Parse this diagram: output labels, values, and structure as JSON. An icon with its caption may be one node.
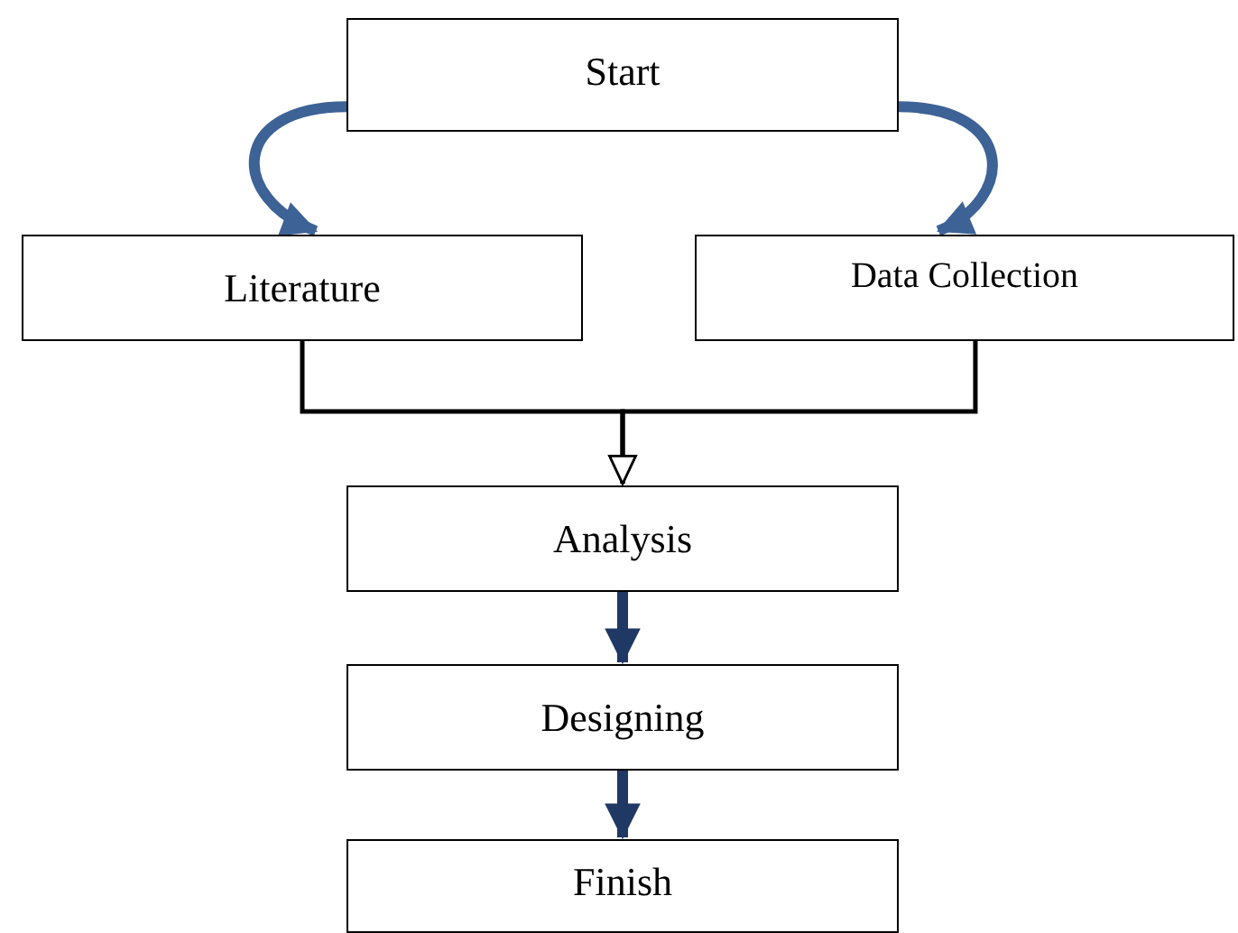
{
  "diagram": {
    "nodes": [
      {
        "text": [
          "Start"
        ]
      },
      {
        "text": [
          "Literature"
        ]
      },
      {
        "text": [
          "Data Collection"
        ]
      },
      {
        "text": [
          "Analysis"
        ]
      },
      {
        "text": [
          "Designing"
        ]
      },
      {
        "text": [
          "Finish"
        ]
      }
    ],
    "edges": [
      {
        "from": 0,
        "to": 1,
        "arrow": "to",
        "color": "#3d6296"
      },
      {
        "from": 0,
        "to": 2,
        "arrow": "to",
        "color": "#3d6296"
      },
      {
        "from": 1,
        "to": 3,
        "arrow": "to",
        "color": "#000000"
      },
      {
        "from": 2,
        "to": 3,
        "arrow": "to",
        "color": "#000000"
      },
      {
        "from": 3,
        "to": 4,
        "arrow": "to",
        "color": "#1f3864"
      },
      {
        "from": 4,
        "to": 5,
        "arrow": "to",
        "color": "#1f3864"
      }
    ]
  }
}
